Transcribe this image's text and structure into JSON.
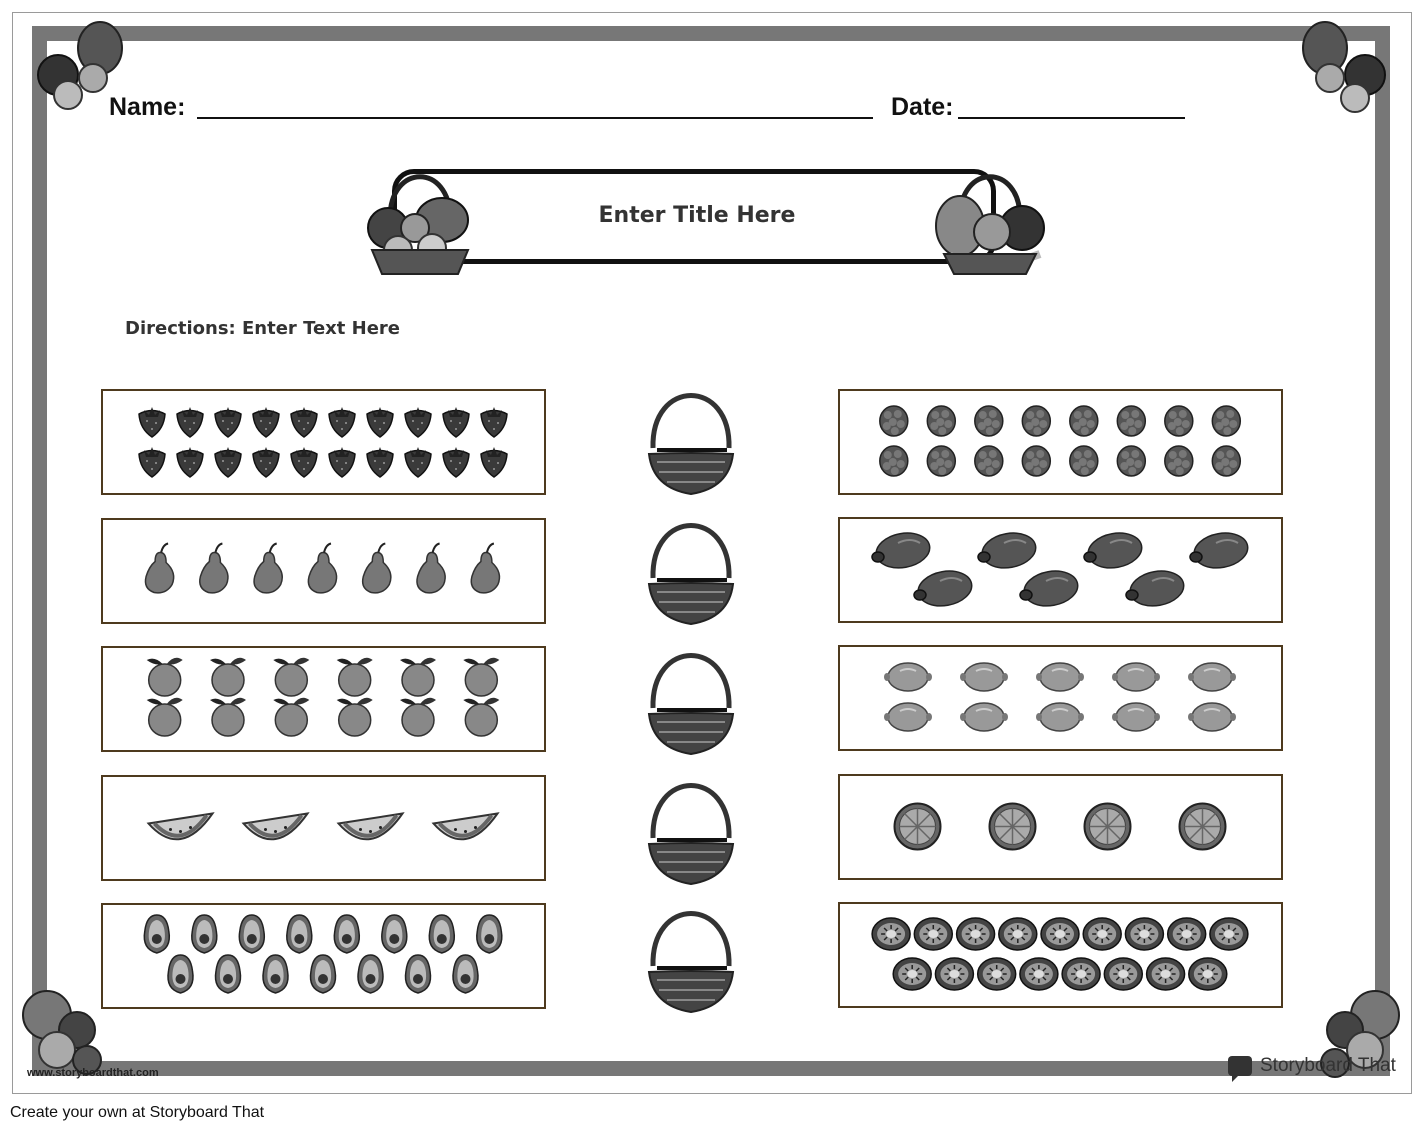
{
  "header": {
    "name_label": "Name:",
    "date_label": "Date:"
  },
  "title": "Enter Title Here",
  "directions": "Directions: Enter Text Here",
  "rows": [
    {
      "left": {
        "fruit": "strawberry-icon",
        "count": 20,
        "per_row": 10
      },
      "right": {
        "fruit": "raspberry-icon",
        "count": 16,
        "per_row": 8
      }
    },
    {
      "left": {
        "fruit": "pear-icon",
        "count": 7,
        "per_row": 7
      },
      "right": {
        "fruit": "papaya-icon",
        "count": 7,
        "per_row": 7
      }
    },
    {
      "left": {
        "fruit": "orange-icon",
        "count": 12,
        "per_row": 6
      },
      "right": {
        "fruit": "lemon-icon",
        "count": 10,
        "per_row": 5
      }
    },
    {
      "left": {
        "fruit": "watermelon-slice-icon",
        "count": 4,
        "per_row": 4
      },
      "right": {
        "fruit": "grapefruit-half-icon",
        "count": 4,
        "per_row": 4
      }
    },
    {
      "left": {
        "fruit": "avocado-icon",
        "count": 15,
        "per_row": 8
      },
      "right": {
        "fruit": "kiwi-slice-icon",
        "count": 17,
        "per_row": 9
      }
    }
  ],
  "watermark": "www.storyboardthat.com",
  "brand": "Storyboard That",
  "footer": "Create your own at Storyboard That",
  "colors": {
    "frame": "#777777",
    "box_border": "#4e3a1e",
    "ink": "#111111"
  }
}
